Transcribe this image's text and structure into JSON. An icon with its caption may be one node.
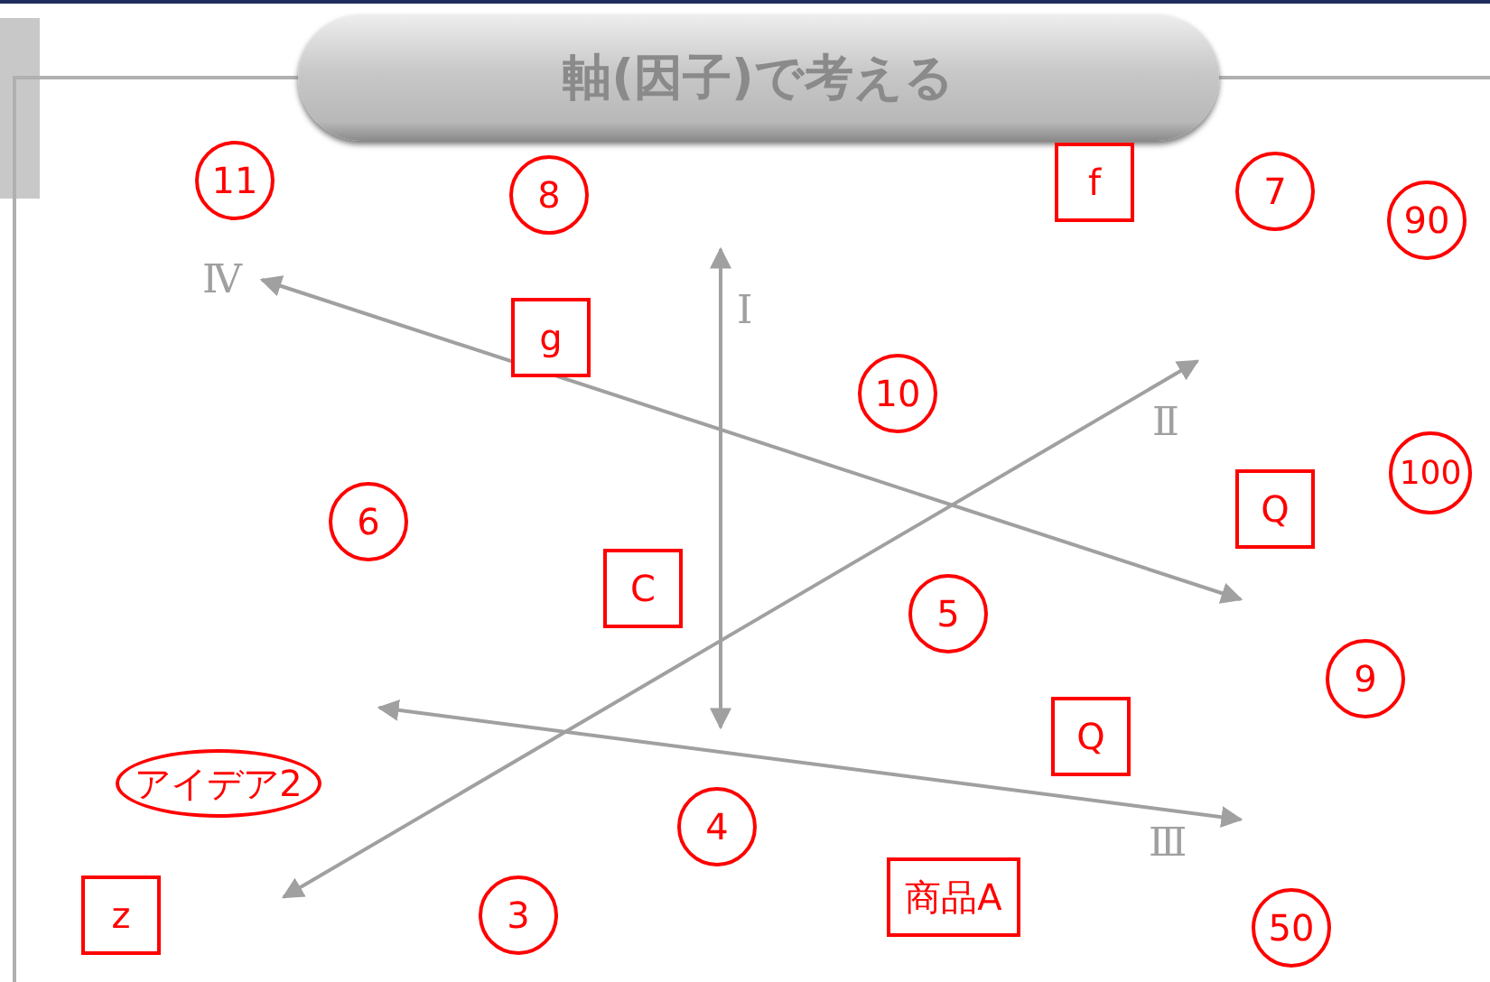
{
  "diagram": {
    "nodes": [
      {
        "text": [
          "軸(因子)で考える"
        ]
      },
      {
        "text": [
          "11"
        ]
      },
      {
        "text": [
          "8"
        ]
      },
      {
        "text": [
          "f"
        ]
      },
      {
        "text": [
          "7"
        ]
      },
      {
        "text": [
          "90"
        ]
      },
      {
        "text": [
          "g"
        ]
      },
      {
        "text": [
          "10"
        ]
      },
      {
        "text": [
          "100"
        ]
      },
      {
        "text": [
          "6"
        ]
      },
      {
        "text": [
          "Q"
        ]
      },
      {
        "text": [
          "C"
        ]
      },
      {
        "text": [
          "5"
        ]
      },
      {
        "text": [
          "9"
        ]
      },
      {
        "text": [
          "Q"
        ]
      },
      {
        "text": [
          "アイデア2"
        ]
      },
      {
        "text": [
          "4"
        ]
      },
      {
        "text": [
          "z"
        ]
      },
      {
        "text": [
          "3"
        ]
      },
      {
        "text": [
          "商品A"
        ]
      },
      {
        "text": [
          "50"
        ]
      }
    ],
    "labels": [
      "Ⅳ",
      "Ⅰ",
      "Ⅱ",
      "Ⅲ"
    ]
  }
}
